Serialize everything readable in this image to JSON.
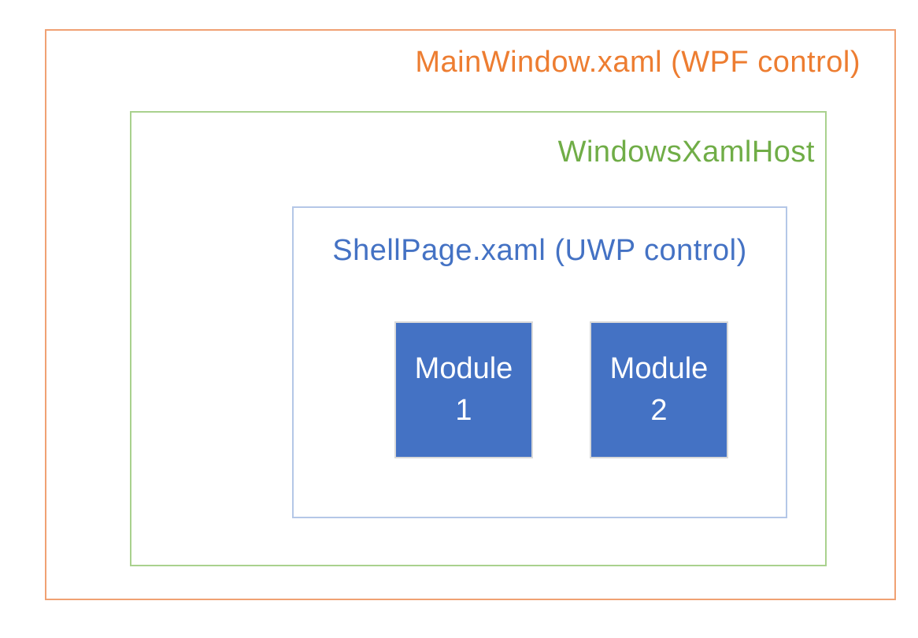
{
  "diagram": {
    "outer_box": {
      "label": "MainWindow.xaml (WPF control)"
    },
    "host_box": {
      "label": "WindowsXamlHost"
    },
    "page_box": {
      "label": "ShellPage.xaml (UWP control)"
    },
    "modules": [
      {
        "line1": "Module",
        "line2": "1"
      },
      {
        "line1": "Module",
        "line2": "2"
      }
    ]
  },
  "colors": {
    "background": "#FFFFFF",
    "outer-border": "#F0A173",
    "outer-text": "#ED7D31",
    "host-border": "#A9D18E",
    "host-text": "#70AD47",
    "page-border": "#B4C7E7",
    "page-text": "#4472C4",
    "module-fill": "#4472C4",
    "module-border": "#D9D9D9",
    "module-text": "#FFFFFF"
  }
}
